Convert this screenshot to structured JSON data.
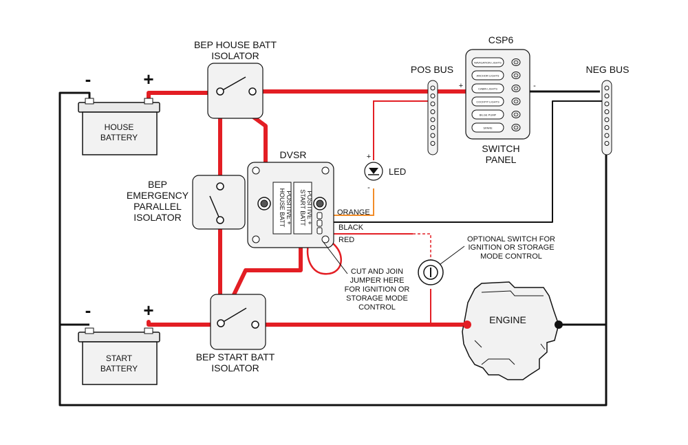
{
  "labels": {
    "house_isolator_line1": "BEP HOUSE BATT",
    "house_isolator_line2": "ISOLATOR",
    "csp6": "CSP6",
    "pos_bus": "POS BUS",
    "neg_bus": "NEG BUS",
    "house_minus": "-",
    "house_plus": "+",
    "house_battery_line1": "HOUSE",
    "house_battery_line2": "BATTERY",
    "switch_panel_line1": "SWITCH",
    "switch_panel_line2": "PANEL",
    "dvsr": "DVSR",
    "led": "LED",
    "led_plus": "+",
    "led_minus": "-",
    "bus_plus": "+",
    "bus_minus": "-",
    "emergency_line1": "BEP",
    "emergency_line2": "EMERGENCY",
    "emergency_line3": "PARALLEL",
    "emergency_line4": "ISOLATOR",
    "dvsr_house_line1": "HOUSE BATT",
    "dvsr_house_line2": "POSITIVE +",
    "dvsr_start_line1": "START BATT",
    "dvsr_start_line2": "POSITIVE +",
    "orange": "ORANGE",
    "black": "BLACK",
    "red": "RED",
    "optional_line1": "OPTIONAL SWITCH FOR",
    "optional_line2": "IGNITION OR STORAGE",
    "optional_line3": "MODE CONTROL",
    "cut_line1": "CUT AND JOIN",
    "cut_line2": "JUMPER HERE",
    "cut_line3": "FOR IGNITION OR",
    "cut_line4": "STORAGE MODE",
    "cut_line5": "CONTROL",
    "engine": "ENGINE",
    "start_minus": "-",
    "start_plus": "+",
    "start_battery_line1": "START",
    "start_battery_line2": "BATTERY",
    "start_isolator_line1": "BEP START BATT",
    "start_isolator_line2": "ISOLATOR"
  },
  "switch_panel": {
    "rocker_labels": [
      "NAVIGATION LIGHTS",
      "ANCHOR LIGHTS",
      "CABIN LIGHTS",
      "COCKPIT LIGHTS",
      "BILGE PUMP",
      "SPARE"
    ]
  },
  "colors": {
    "positive_wire": "#e31e24",
    "negative_wire": "#111111",
    "orange_wire": "#f28c28",
    "component_fill": "#f2f2f2"
  }
}
